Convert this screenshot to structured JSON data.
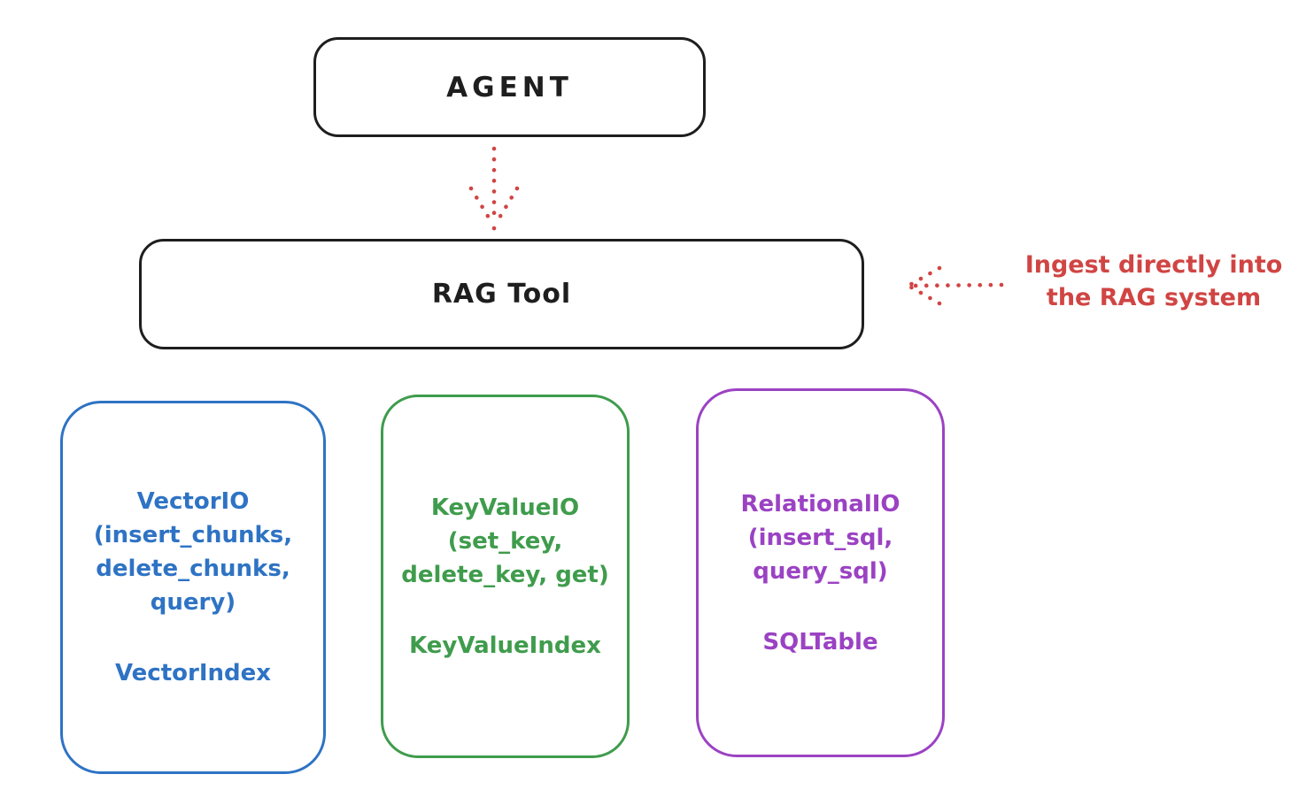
{
  "nodes": {
    "agent": {
      "label": "AGENT"
    },
    "rag_tool": {
      "label": "RAG Tool"
    },
    "backends": [
      {
        "id": "vector-io",
        "body": "VectorIO\n(insert_chunks,\ndelete_chunks,\nquery)",
        "index_class": "VectorIndex",
        "color": "#2e73c4"
      },
      {
        "id": "keyvalue-io",
        "body": "KeyValueIO\n(set_key,\ndelete_key, get)",
        "index_class": "KeyValueIndex",
        "color": "#3f9c4c"
      },
      {
        "id": "relational-io",
        "body": "RelationalIO\n(insert_sql,\nquery_sql)",
        "index_class": "SQLTable",
        "color": "#9b42c3"
      }
    ]
  },
  "annotation": {
    "text": "Ingest directly into\nthe RAG system",
    "color": "#d04543"
  },
  "colors": {
    "background": "#ffffff",
    "stroke_black": "#1e1e1e",
    "arrow_red": "#d04543",
    "vector_blue": "#2e73c4",
    "keyvalue_green": "#3f9c4c",
    "relational_purple": "#9b42c3"
  }
}
